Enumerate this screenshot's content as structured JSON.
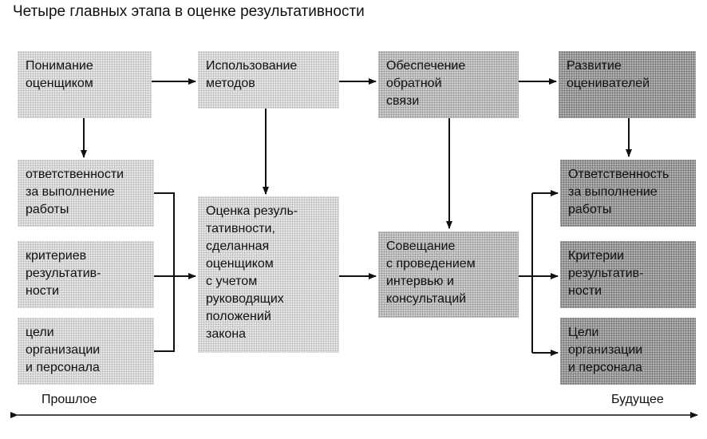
{
  "title": "Четыре главных этапа в оценке результативности",
  "boxes": {
    "understanding": "Понимание\nоценщиком",
    "methods": "Использование\nметодов",
    "feedback": "Обеспечение\nобратной\nсвязи",
    "development": "Развитие\nоценивателей",
    "responsibilities_past": "ответственности\nза выполнение\nработы",
    "criteria_past": "критериев\nрезультатив-\nности",
    "goals_past": "цели\nорганизации\nи персонала",
    "evaluation": "Оценка резуль-\nтативности,\nсделанная\nоценщиком\nс учетом\nруководящих\nположений\nзакона",
    "meeting": "Совещание\nс проведением\nинтервью и\nконсультаций",
    "responsibilities_future": "Ответственность\nза выполнение\nработы",
    "criteria_future": "Критерии\nрезультатив-\nности",
    "goals_future": "Цели\nорганизации\nи персонала"
  },
  "timeline": {
    "past": "Прошлое",
    "future": "Будущее"
  }
}
